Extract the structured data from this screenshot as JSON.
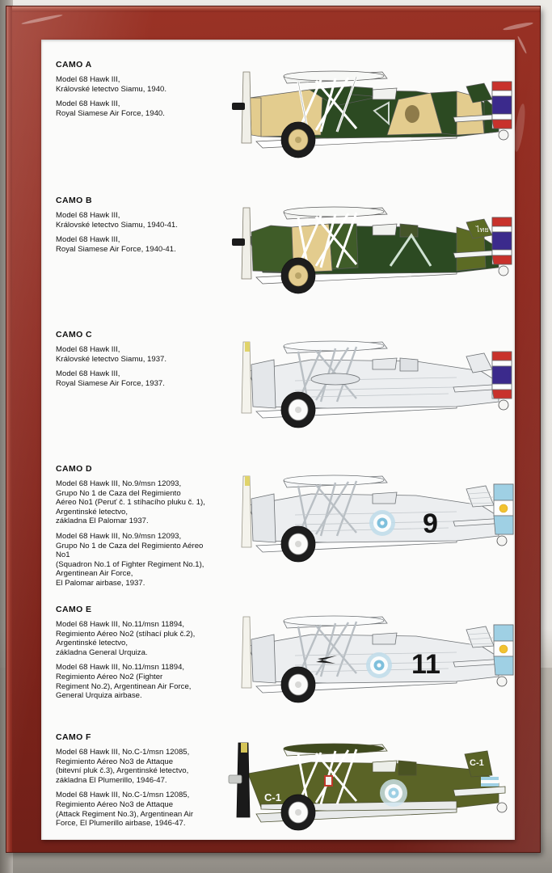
{
  "sheet": {
    "schemes": [
      {
        "id": "camo-a",
        "title": "CAMO A",
        "czech": "Model 68 Hawk III,\nKrálovské letectvo Siamu, 1940.",
        "english": "Model 68 Hawk III,\nRoyal Siamese Air Force, 1940.",
        "marking": "",
        "scheme": "Thai green / tan camouflage"
      },
      {
        "id": "camo-b",
        "title": "CAMO B",
        "czech": "Model 68 Hawk III,\nKrálovské letectvo Siamu, 1940-41.",
        "english": "Model 68 Hawk III,\nRoyal Siamese Air Force, 1940-41.",
        "marking": "",
        "scheme": "Thai dark green / tan camouflage"
      },
      {
        "id": "camo-c",
        "title": "CAMO C",
        "czech": "Model 68 Hawk III,\nKrálovské letectvo Siamu, 1937.",
        "english": "Model 68 Hawk III,\nRoyal Siamese Air Force, 1937.",
        "marking": "",
        "scheme": "Natural metal / silver"
      },
      {
        "id": "camo-d",
        "title": "CAMO D",
        "czech": "Model 68 Hawk III, No.9/msn 12093,\nGrupo No 1 de Caza del Regimiento\nAéreo No1 (Peruť č. 1 stíhacího pluku č. 1),\nArgentinské letectvo,\nzákladna El Palomar 1937.",
        "english": "Model 68 Hawk III, No.9/msn 12093,\nGrupo No 1 de Caza del Regimiento Aéreo No1\n(Squadron No.1 of Fighter Regiment No.1),\nArgentinean Air Force,\nEl Palomar airbase, 1937.",
        "marking": "9",
        "scheme": "Natural metal / silver"
      },
      {
        "id": "camo-e",
        "title": "CAMO E",
        "czech": "Model 68 Hawk III, No.11/msn 11894,\nRegimiento Aéreo No2 (stíhací pluk č.2),\nArgentinské letectvo,\nzákladna General Urquiza.",
        "english": "Model 68 Hawk III, No.11/msn 11894,\nRegimiento Aéreo No2 (Fighter\nRegiment No.2), Argentinean Air Force,\nGeneral Urquiza airbase.",
        "marking": "11",
        "scheme": "Natural metal / silver"
      },
      {
        "id": "camo-f",
        "title": "CAMO F",
        "czech": "Model 68 Hawk III, No.C-1/msn 12085,\nRegimiento Aéreo No3 de Attaque\n(bitevní pluk č.3), Argentinské letectvo,\nzákladna El Plumerillo, 1946-47.",
        "english": "Model 68 Hawk III, No.C-1/msn 12085,\nRegimiento Aéreo No3 de Attaque\n(Attack Regiment No.3), Argentinean Air\nForce, El Plumerillo airbase, 1946-47.",
        "marking": "C-1",
        "scheme": "Olive green over light grey"
      }
    ]
  },
  "colors": {
    "box_red": "#8d2a20",
    "sheet_white": "#fbfbfa",
    "thai_red": "#c8322c",
    "thai_blue": "#3b2a8c",
    "camo_green_dark": "#2c4a22",
    "camo_green_olive": "#5c6b24",
    "camo_tan": "#e3cc8e",
    "argentine_blue": "#9fd0e4",
    "olive_f": "#5a6326",
    "metal_grey": "#d7dadd",
    "text_black": "#121212"
  }
}
